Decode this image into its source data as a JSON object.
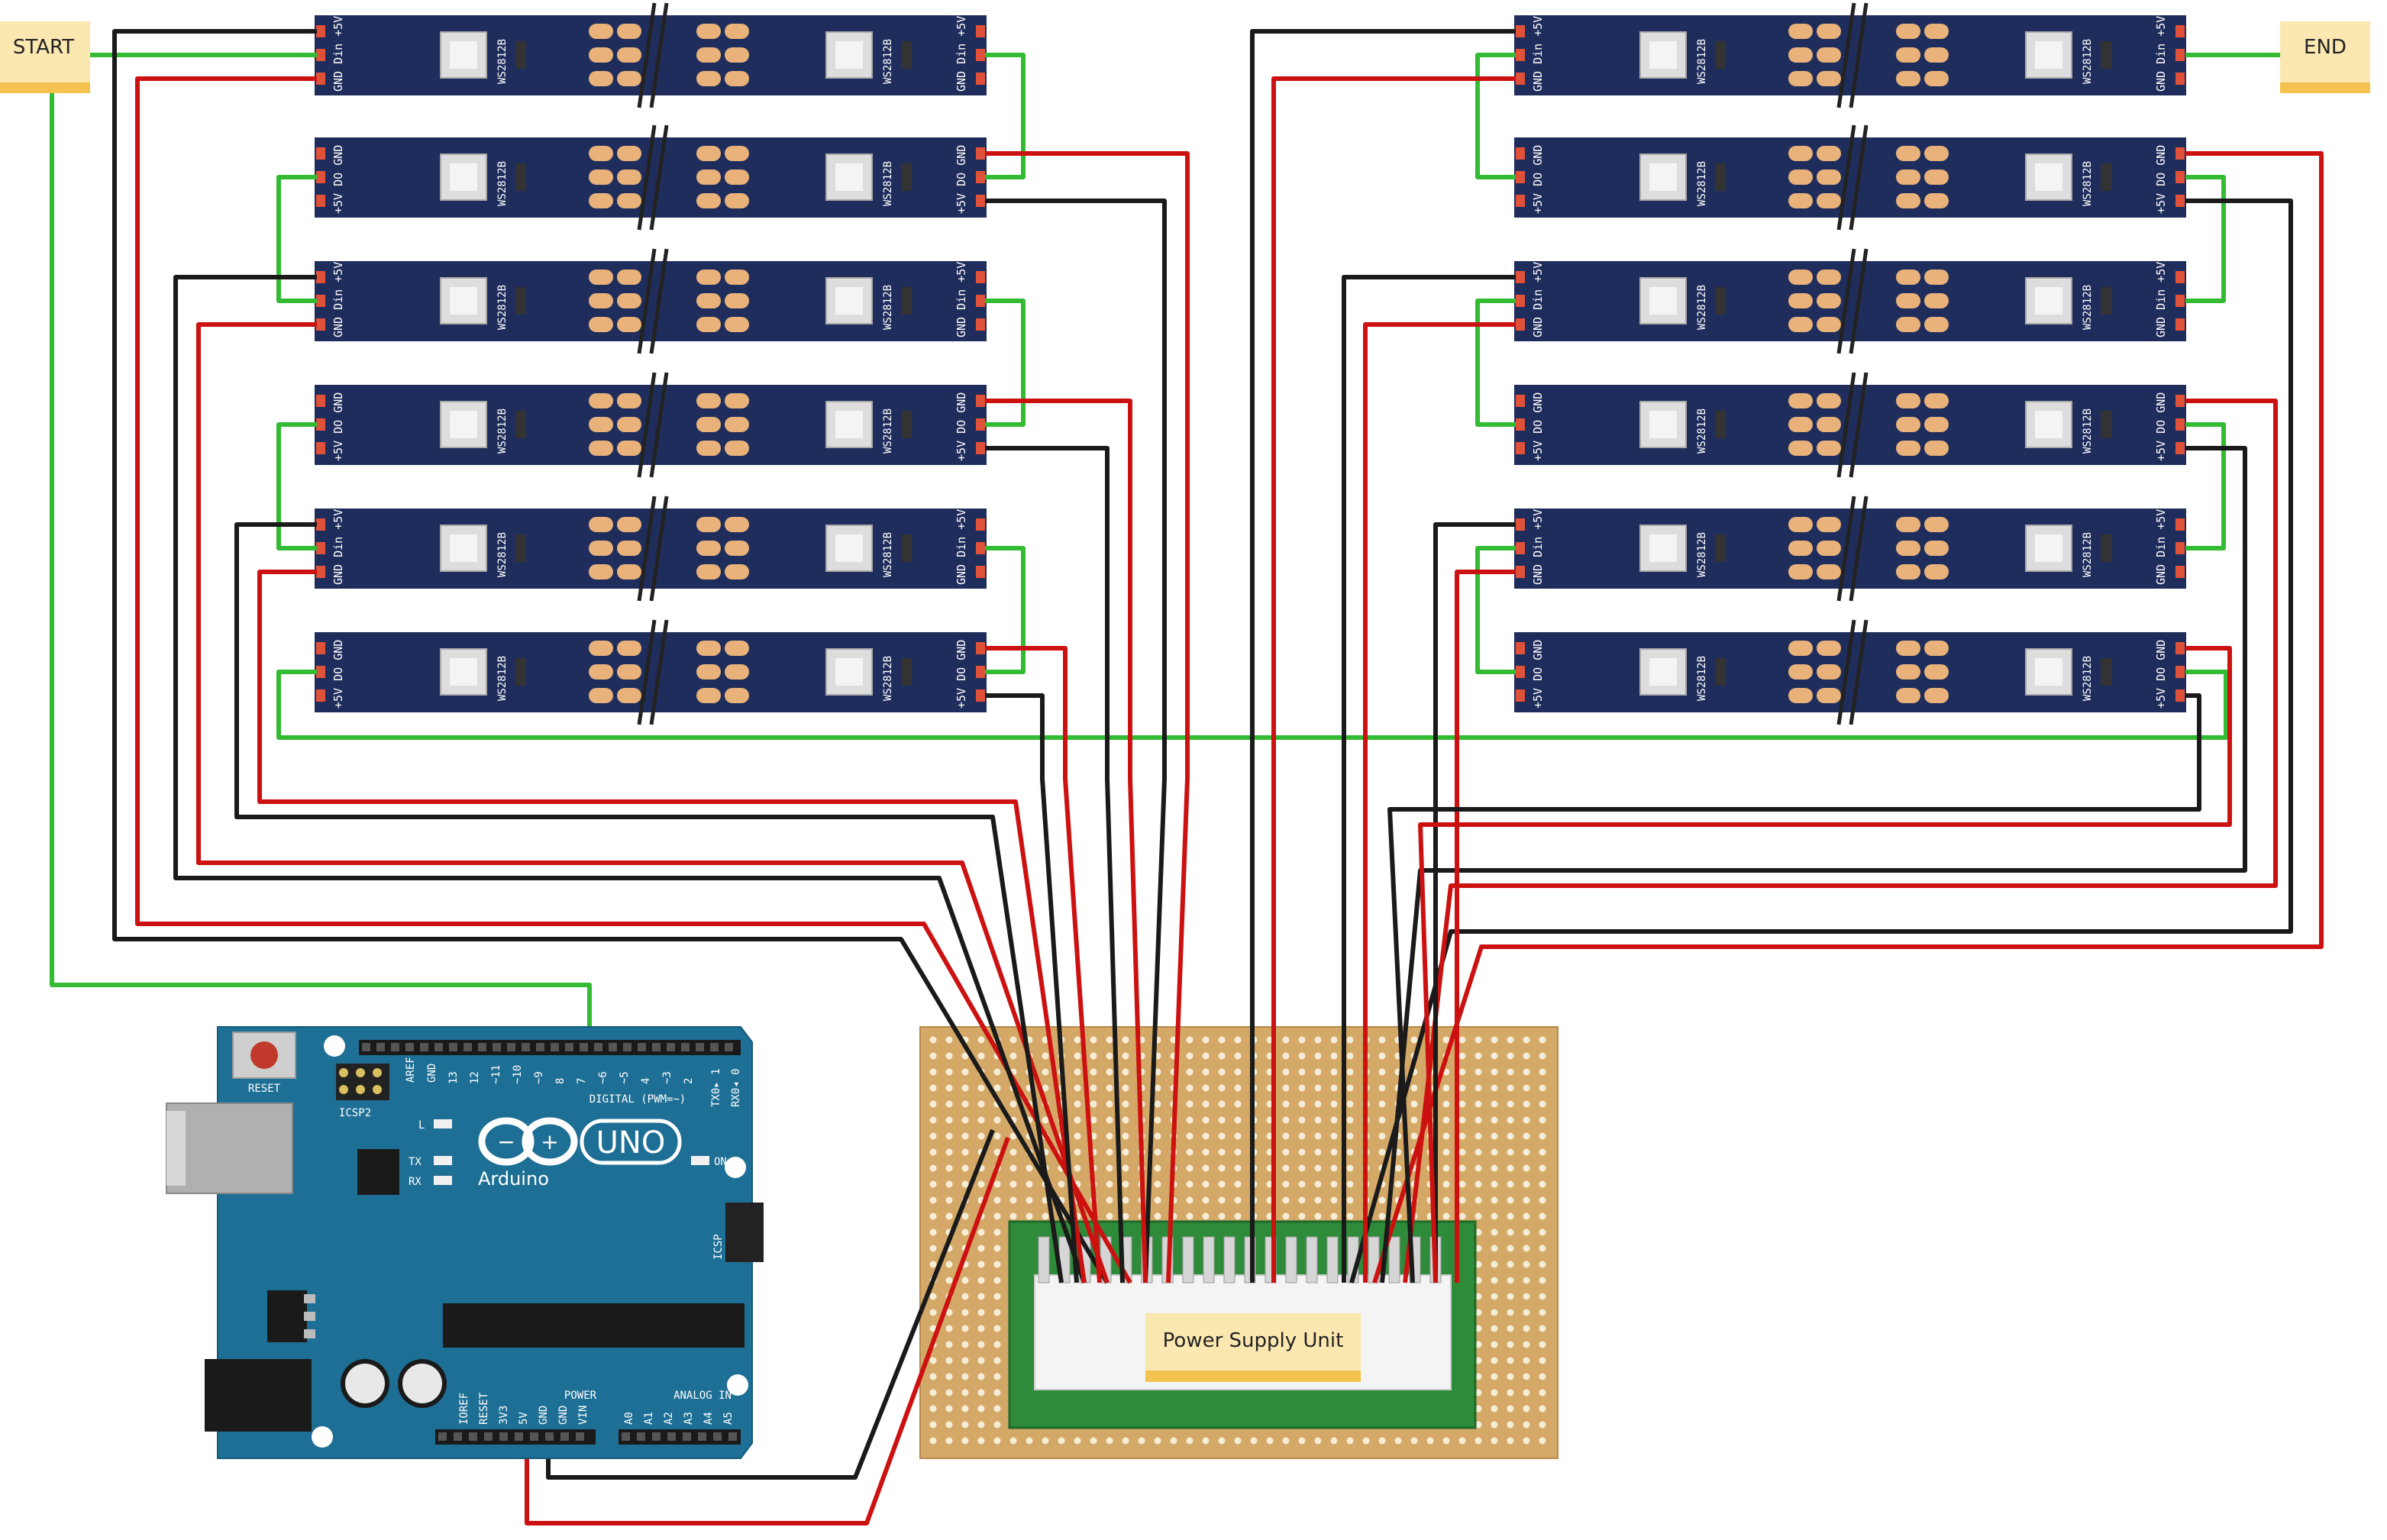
{
  "labels": {
    "start": "START",
    "end": "END",
    "psu": "Power Supply Unit"
  },
  "strip": {
    "chip": "WS2812B",
    "pad_vcc": "+5V",
    "pad_din": "Din",
    "pad_do": "DO",
    "pad_gnd": "GND"
  },
  "arduino": {
    "logo": "UNO",
    "brand": "Arduino",
    "reset": "RESET",
    "icsp2": "ICSP2",
    "icsp": "ICSP",
    "digital": "DIGITAL (PWM=~)",
    "power": "POWER",
    "analog": "ANALOG IN",
    "aref": "AREF",
    "gnd": "GND",
    "l": "L",
    "tx": "TX",
    "rx": "RX",
    "on": "ON",
    "txd": "TX0▸ 1",
    "rxd": "RX0◂ 0",
    "digital_pins": [
      "13",
      "12",
      "~11",
      "~10",
      "~9",
      "8",
      "7",
      "~6",
      "~5",
      "4",
      "~3",
      "2"
    ],
    "power_pins": [
      "IOREF",
      "RESET",
      "3V3",
      "5V",
      "GND",
      "GND",
      "VIN"
    ],
    "analog_pins": [
      "A0",
      "A1",
      "A2",
      "A3",
      "A4",
      "A5"
    ]
  },
  "colors": {
    "data_wire": "#33bb33",
    "power_wire": "#cc1111",
    "ground_wire": "#1a1a1a",
    "strip_pcb": "#1f2d5c",
    "arduino_pcb": "#1e6f95",
    "protoboard": "#d4a968",
    "psu_board": "#2e8b3a",
    "note": "#fbe7b0"
  }
}
